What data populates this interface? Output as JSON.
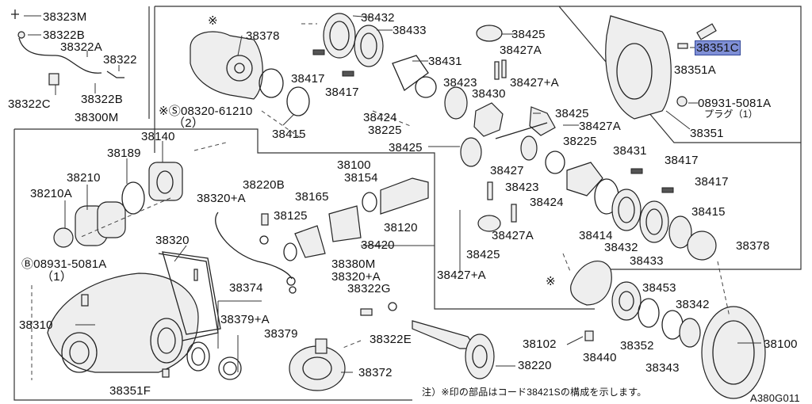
{
  "diagram_code": "A380G011",
  "footnote": "注）※印の部品はコード38421Sの構成を示します。",
  "labels": {
    "l38323M": "38323M",
    "l38322B_a": "38322B",
    "l38322A": "38322A",
    "l38322": "38322",
    "l38322C": "38322C",
    "l38322B_b": "38322B",
    "l38300M": "38300M",
    "l38140": "38140",
    "l38189": "38189",
    "l38210": "38210",
    "l38210A": "38210A",
    "l38378_a": "38378",
    "l08320": "※Ⓢ08320-61210",
    "l08320q": "（2）",
    "l38415_a": "38415",
    "l38432_a": "38432",
    "l38433_a": "38433",
    "l38417_a": "38417",
    "l38417_b": "38417",
    "l38424_a": "38424",
    "l38225_a": "38225",
    "l38431_a": "38431",
    "l38425_a": "38425",
    "l38427A_a": "38427A",
    "l38423_a": "38423",
    "l38427pA_a": "38427+A",
    "l38430": "38430",
    "l38425_b": "38425",
    "l38427A_b": "38427A",
    "l38225_b": "38225",
    "l38425_c": "38425",
    "l38427_a": "38427",
    "l38423_b": "38423",
    "l38424_b": "38424",
    "l38431_b": "38431",
    "l38417_c": "38417",
    "l38417_d": "38417",
    "l38415_b": "38415",
    "l38414": "38414",
    "l38432_b": "38432",
    "l38433_b": "38433",
    "l38378_b": "38378",
    "l38427A_c": "38427A",
    "l38425_d": "38425",
    "l38427pA_b": "38427+A",
    "l38351C": "38351C",
    "l38351A": "38351A",
    "l08931_a": "08931-5081A",
    "l08931_aplug": "プラグ（1）",
    "l38351": "38351",
    "l38220B": "38220B",
    "l38320pA_a": "38320+A",
    "l38165": "38165",
    "l38125": "38125",
    "l38100_a": "38100",
    "l38154": "38154",
    "l38120": "38120",
    "l38420": "38420",
    "l38320": "38320",
    "l08931_b": "Ⓑ08931-5081A",
    "l08931_bq": "（1）",
    "l38380M": "38380M",
    "l38320pA_b": "38320+A",
    "l38322G": "38322G",
    "l38374": "38374",
    "l38379pA": "38379+A",
    "l38379": "38379",
    "l38310": "38310",
    "l38322E": "38322E",
    "l38372": "38372",
    "l38351F": "38351F",
    "l38220": "38220",
    "l38102": "38102",
    "l38440": "38440",
    "l38453": "38453",
    "l38342": "38342",
    "l38352": "38352",
    "l38343": "38343",
    "l38100_b": "38100",
    "star_a": "※",
    "star_b": "※"
  }
}
